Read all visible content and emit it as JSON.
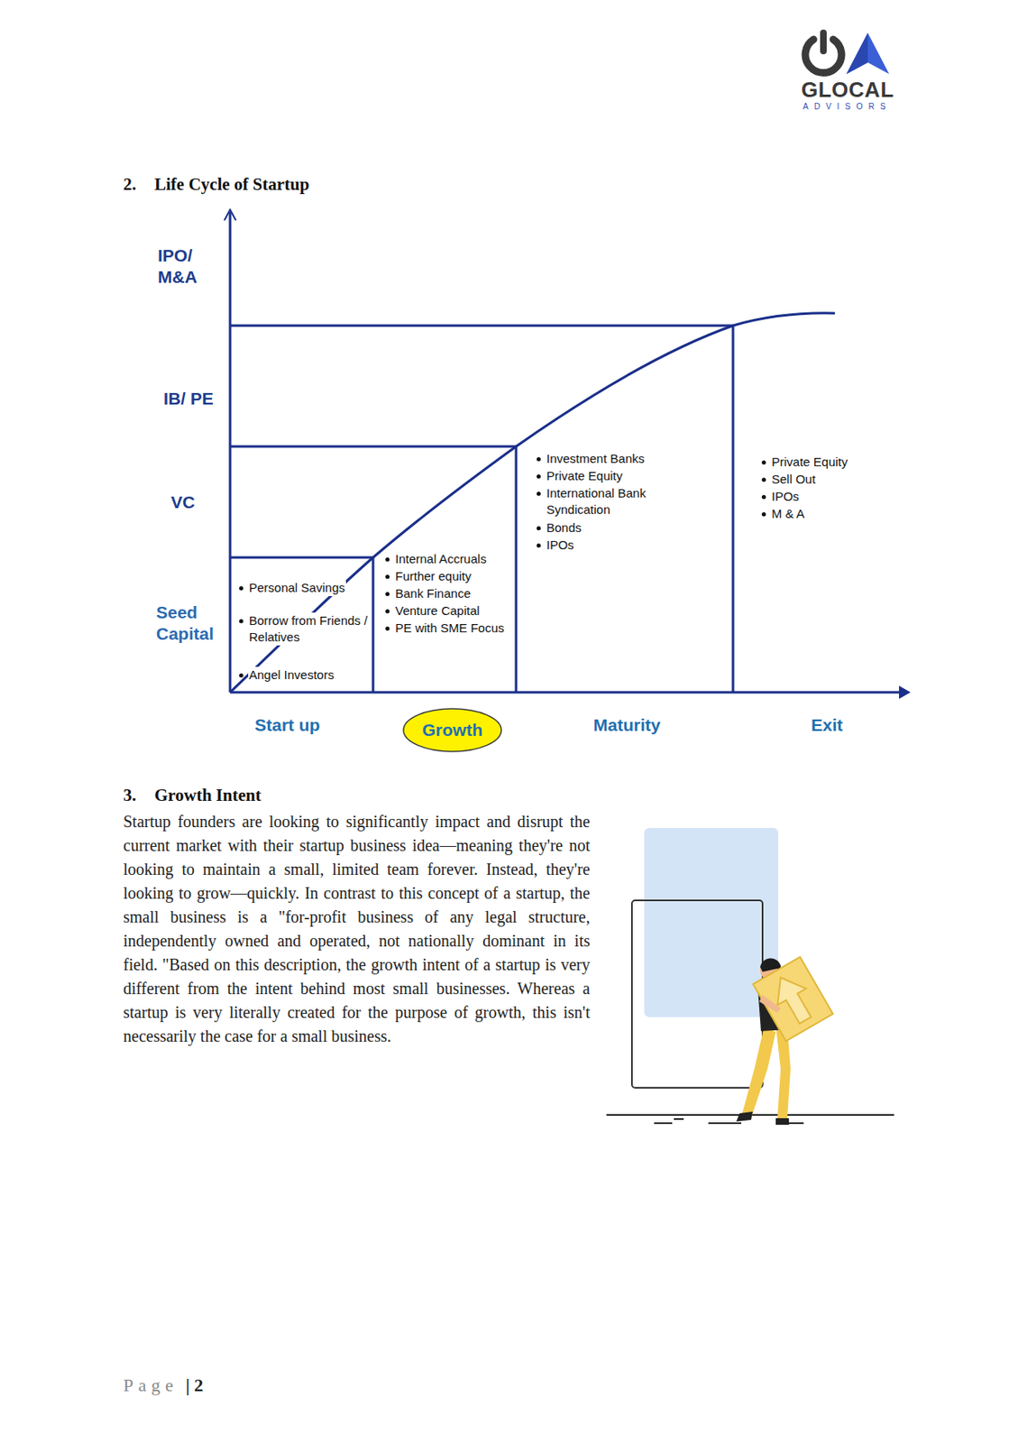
{
  "diagram": {
    "nodes": [
      {
        "text": [
          "Growth"
        ]
      }
    ],
    "labels": [
      "GLOCAL",
      "ADVISORS",
      "2.",
      "Life Cycle of Startup",
      "IPO/ M&A",
      "IB/ PE",
      "VC",
      "Seed Capital",
      "Personal Savings",
      "Borrow from Friends / Relatives",
      "Angel Investors",
      "Internal Accruals",
      "Further equity",
      "Bank Finance",
      "Venture Capital",
      "PE with SME Focus",
      "Investment Banks",
      "Private Equity",
      "International Bank Syndication",
      "Bonds",
      "IPOs",
      "Private Equity",
      "Sell Out",
      "IPOs",
      "M & A",
      "Start up",
      "Maturity",
      "Exit",
      "3.",
      "Growth Intent",
      "Startup founders are looking to significantly impact and disrupt the current market with their startup business idea—meaning they're not looking to maintain a small, limited team forever. Instead, they're looking to grow—quickly. In contrast to this concept of a startup, the small business is a \"for-profit business of any legal structure, independently owned and operated, not nationally dominant in its field. \"Based on this description, the growth intent of a startup is very different from the intent behind most small businesses. Whereas a startup is very literally created for the purpose of growth, this isn't necessarily the case for a small business.",
      "Page",
      "| 2"
    ]
  }
}
